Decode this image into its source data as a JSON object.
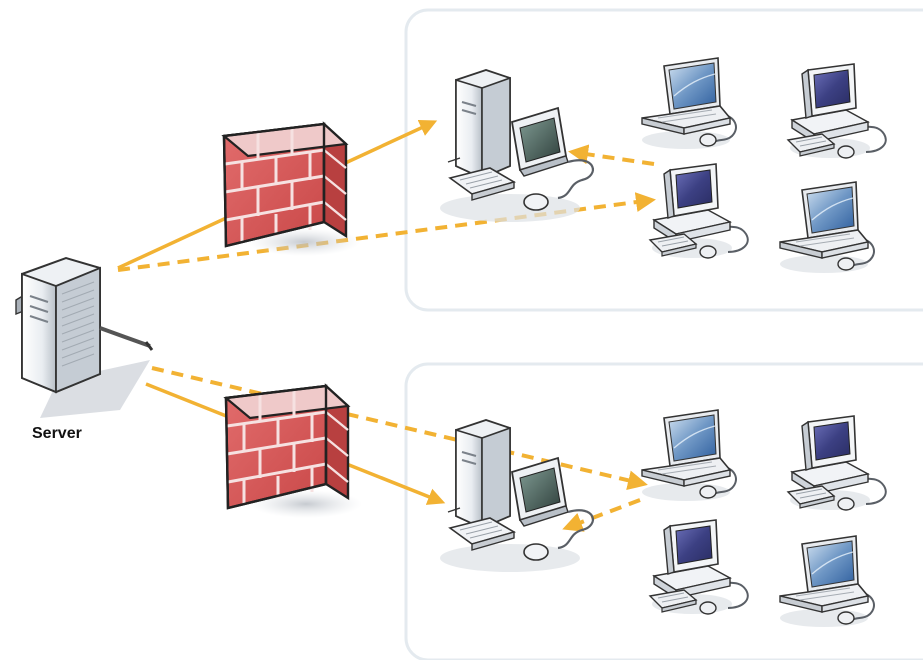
{
  "server": {
    "label": "Server"
  },
  "colors": {
    "connection": "#F2B233",
    "firewall_brick": "#D95B5B",
    "firewall_mortar": "#F3DADA",
    "group_border": "#E4EAEF",
    "screen": "#4A4F8C",
    "case": "#EEF1F4"
  },
  "connections": [
    {
      "from": "server",
      "to": "network-1-main-pc",
      "style": "solid",
      "via": "firewall-1"
    },
    {
      "from": "server",
      "to": "network-1-desktop-2",
      "style": "dashed",
      "via": "firewall-1"
    },
    {
      "from": "network-1-desktop-2",
      "to": "network-1-main-pc",
      "style": "dashed"
    },
    {
      "from": "server",
      "to": "network-2-main-pc",
      "style": "solid",
      "via": "firewall-2"
    },
    {
      "from": "server",
      "to": "network-2-laptop-1",
      "style": "dashed",
      "via": "firewall-2"
    },
    {
      "from": "network-2-laptop-1",
      "to": "network-2-main-pc",
      "style": "dashed"
    }
  ],
  "networks": [
    {
      "id": "network-1",
      "main": "workstation",
      "devices": [
        "laptop",
        "desktop",
        "desktop",
        "laptop"
      ]
    },
    {
      "id": "network-2",
      "main": "workstation",
      "devices": [
        "laptop",
        "desktop",
        "desktop",
        "laptop"
      ]
    }
  ],
  "icons": [
    "server-icon",
    "firewall-icon",
    "workstation-icon",
    "laptop-icon",
    "desktop-icon"
  ]
}
